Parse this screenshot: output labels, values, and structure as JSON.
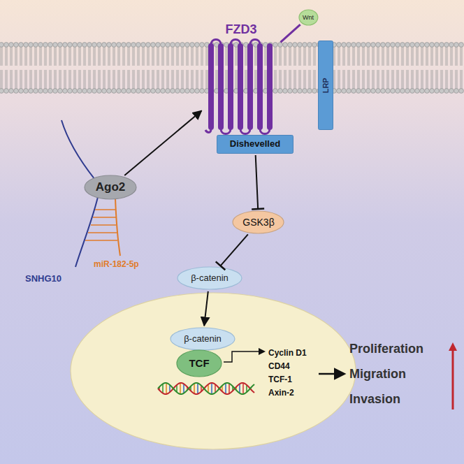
{
  "diagram": {
    "nodes": [
      {
        "text": [
          "FZD3"
        ]
      },
      {
        "text": [
          "Wnt"
        ]
      },
      {
        "text": [
          "LRP"
        ]
      },
      {
        "text": [
          "Dishevelled"
        ]
      },
      {
        "text": [
          "GSK3β"
        ]
      },
      {
        "text": [
          "β-catenin"
        ]
      },
      {
        "text": [
          "Cyclin D1",
          "CD44",
          "TCF-1",
          "Axin-2"
        ]
      },
      {
        "text": [
          "β-catenin"
        ],
        "in": 6
      },
      {
        "text": [
          "TCF"
        ],
        "in": 6
      },
      {
        "text": [
          "Ago2"
        ]
      }
    ],
    "edges": [
      {
        "from": 9,
        "to": 0,
        "arrow": "to"
      },
      {
        "from": 1,
        "to": 0,
        "arrow": "none"
      },
      {
        "from": 3,
        "to": 4,
        "arrow": "to"
      },
      {
        "from": 4,
        "to": 5,
        "arrow": "to"
      },
      {
        "from": 5,
        "to": 7,
        "arrow": "to"
      }
    ],
    "labels": [
      "SNHG10",
      "miR-182-5p",
      "Proliferation",
      "Migration",
      "Invasion"
    ]
  }
}
